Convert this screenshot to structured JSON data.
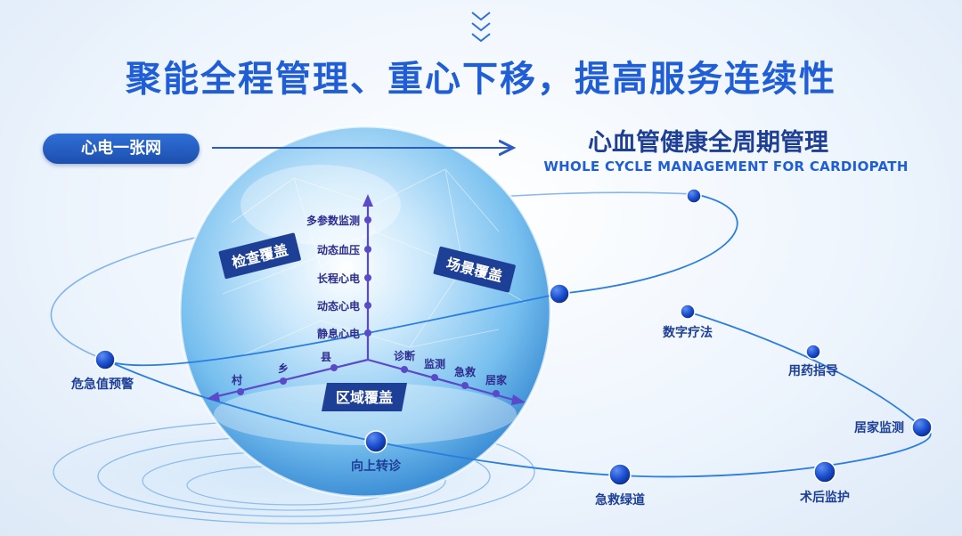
{
  "title": "聚能全程管理、重心下移，提高服务连续性",
  "network_label": "心电一张网",
  "cycle": {
    "title": "心血管健康全周期管理",
    "subtitle": "WHOLE CYCLE MANAGEMENT FOR CARDIOPATH"
  },
  "sphere": {
    "check_cover": "检查覆盖",
    "scene_cover": "场景覆盖",
    "region_cover": "区域覆盖",
    "vertical_items": [
      "多参数监测",
      "动态血压",
      "长程心电",
      "动态心电",
      "静息心电"
    ],
    "left_items": [
      "县",
      "乡",
      "村"
    ],
    "right_items": [
      "诊断",
      "监测",
      "急救",
      "居家"
    ]
  },
  "orbit_nodes": {
    "digital_therapy": "数字疗法",
    "medication_guide": "用药指导",
    "home_monitoring": "居家监测",
    "postop_monitoring": "术后监护",
    "emergency_channel": "急救绿道",
    "upward_referral": "向上转诊",
    "critical_warning": "危急值预警"
  },
  "colors": {
    "title_blue": "#1f5ed6",
    "navy": "#1e3f96",
    "node_blue": "#1b4fd0",
    "sphere_blue": "#5fb6ef"
  }
}
